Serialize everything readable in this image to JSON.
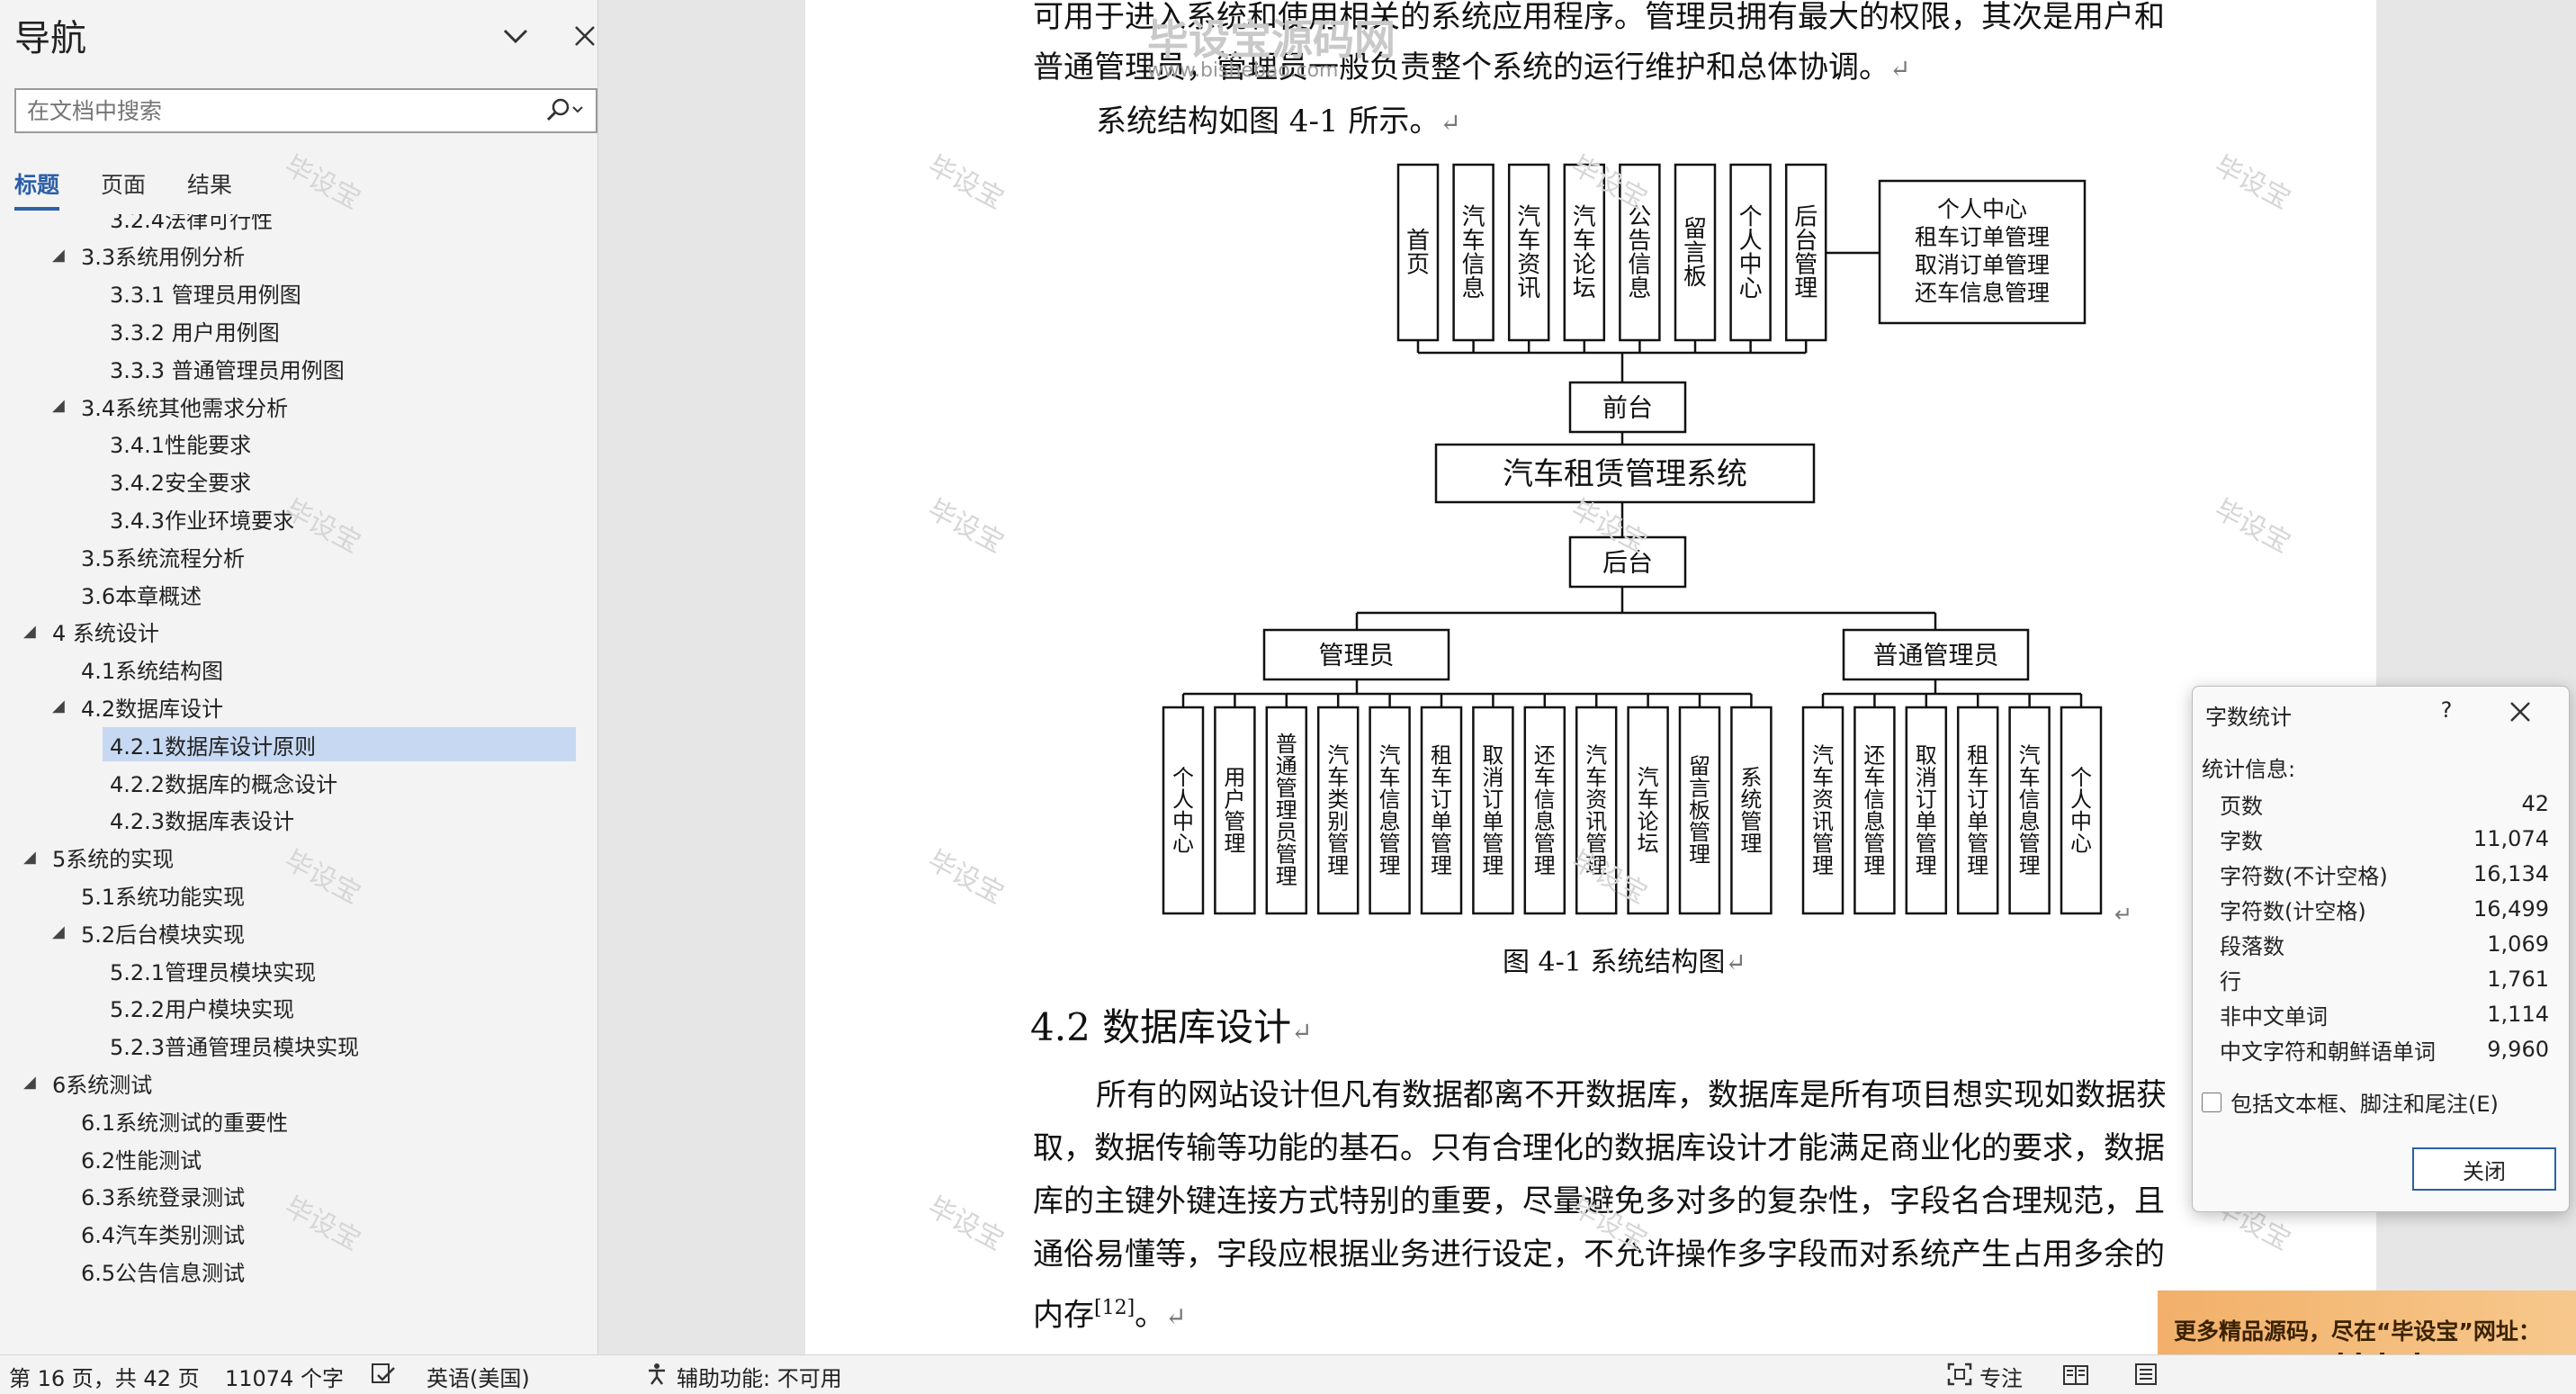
{
  "nav": {
    "title": "导航",
    "search_placeholder": "在文档中搜索",
    "tabs": [
      "标题",
      "页面",
      "结果"
    ],
    "outline": [
      {
        "label": "3.2.4法律可行性",
        "level": 3,
        "tri": ""
      },
      {
        "label": "3.3系统用例分析",
        "level": 2,
        "tri": "expanded"
      },
      {
        "label": "3.3.1 管理员用例图",
        "level": 3,
        "tri": ""
      },
      {
        "label": "3.3.2 用户用例图",
        "level": 3,
        "tri": ""
      },
      {
        "label": "3.3.3 普通管理员用例图",
        "level": 3,
        "tri": ""
      },
      {
        "label": "3.4系统其他需求分析",
        "level": 2,
        "tri": "expanded"
      },
      {
        "label": "3.4.1性能要求",
        "level": 3,
        "tri": ""
      },
      {
        "label": "3.4.2安全要求",
        "level": 3,
        "tri": ""
      },
      {
        "label": "3.4.3作业环境要求",
        "level": 3,
        "tri": ""
      },
      {
        "label": "3.5系统流程分析",
        "level": 2,
        "tri": ""
      },
      {
        "label": "3.6本章概述",
        "level": 2,
        "tri": ""
      },
      {
        "label": "4 系统设计",
        "level": 1,
        "tri": "expanded"
      },
      {
        "label": "4.1系统结构图",
        "level": 2,
        "tri": ""
      },
      {
        "label": "4.2数据库设计",
        "level": 2,
        "tri": "expanded"
      },
      {
        "label": "4.2.1数据库设计原则",
        "level": 3,
        "tri": "",
        "selected": true
      },
      {
        "label": "4.2.2数据库的概念设计",
        "level": 3,
        "tri": ""
      },
      {
        "label": "4.2.3数据库表设计",
        "level": 3,
        "tri": ""
      },
      {
        "label": "5系统的实现",
        "level": 1,
        "tri": "expanded"
      },
      {
        "label": "5.1系统功能实现",
        "level": 2,
        "tri": ""
      },
      {
        "label": "5.2后台模块实现",
        "level": 2,
        "tri": "expanded"
      },
      {
        "label": "5.2.1管理员模块实现",
        "level": 3,
        "tri": ""
      },
      {
        "label": "5.2.2用户模块实现",
        "level": 3,
        "tri": ""
      },
      {
        "label": "5.2.3普通管理员模块实现",
        "level": 3,
        "tri": ""
      },
      {
        "label": "6系统测试",
        "level": 1,
        "tri": "expanded"
      },
      {
        "label": "6.1系统测试的重要性",
        "level": 2,
        "tri": ""
      },
      {
        "label": "6.2性能测试",
        "level": 2,
        "tri": ""
      },
      {
        "label": "6.3系统登录测试",
        "level": 2,
        "tri": ""
      },
      {
        "label": "6.4汽车类别测试",
        "level": 2,
        "tri": ""
      },
      {
        "label": "6.5公告信息测试",
        "level": 2,
        "tri": ""
      }
    ]
  },
  "doc": {
    "para1_line1": "可用于进入系统和使用相关的系统应用程序。管理员拥有最大的权限，其次是用户和",
    "para1_line2": "普通管理员，管理员一般负责整个系统的运行维护和总体协调。",
    "para2": "系统结构如图 4-1 所示。",
    "figure_caption": "图 4-1 系统结构图",
    "heading": "4.2 数据库设计",
    "para3_lines": [
      "所有的网站设计但凡有数据都离不开数据库，数据库是所有项目想实现如数据获",
      "取，数据传输等功能的基石。只有合理化的数据库设计才能满足商业化的要求，数据",
      "库的主键外键连接方式特别的重要，尽量避免多对多的复杂性，字段名合理规范，且",
      "通俗易懂等，字段应根据业务进行设定，不允许操作多字段而对系统产生占用多余的",
      "内存"
    ],
    "citation": "[12]",
    "para3_end": "。",
    "paragraph_mark": "↵",
    "watermark_text": "毕设宝",
    "logo_text": "毕设宝源码网",
    "logo_url": "www.bishebao.com"
  },
  "diagram": {
    "front_modules": [
      "首页",
      "汽车信息",
      "汽车资讯",
      "汽车论坛",
      "公告信息",
      "留言板",
      "个人中心",
      "后台管理"
    ],
    "user_center_lines": [
      "个人中心",
      "租车订单管理",
      "取消订单管理",
      "还车信息管理"
    ],
    "frontend": "前台",
    "system": "汽车租赁管理系统",
    "backend": "后台",
    "admin": "管理员",
    "normal_admin": "普通管理员",
    "admin_modules": [
      "个人中心",
      "用户管理",
      "普通管理员管理",
      "汽车类别管理",
      "汽车信息管理",
      "租车订单管理",
      "取消订单管理",
      "还车信息管理",
      "汽车资讯管理",
      "汽车论坛",
      "留言板管理",
      "系统管理"
    ],
    "normal_modules": [
      "汽车资讯管理",
      "还车信息管理",
      "取消订单管理",
      "租车订单管理",
      "汽车信息管理",
      "个人中心"
    ]
  },
  "dialog": {
    "title": "字数统计",
    "help": "?",
    "stats_label": "统计信息:",
    "stats": [
      {
        "label": "页数",
        "value": "42"
      },
      {
        "label": "字数",
        "value": "11,074"
      },
      {
        "label": "字符数(不计空格)",
        "value": "16,134"
      },
      {
        "label": "字符数(计空格)",
        "value": "16,499"
      },
      {
        "label": "段落数",
        "value": "1,069"
      },
      {
        "label": "行",
        "value": "1,761"
      },
      {
        "label": "非中文单词",
        "value": "1,114"
      },
      {
        "label": "中文字符和朝鲜语单词",
        "value": "9,960"
      }
    ],
    "checkbox_label": "包括文本框、脚注和尾注(E)",
    "close_label": "关闭"
  },
  "status": {
    "page_info": "第 16 页，共 42 页",
    "word_count": "11074 个字",
    "language": "英语(美国)",
    "accessibility": "辅助功能: 不可用",
    "focus": "专注"
  },
  "ad": {
    "line1": "更多精品源码，尽在“毕设宝”网址：",
    "line2": "www.bishebao.com"
  }
}
